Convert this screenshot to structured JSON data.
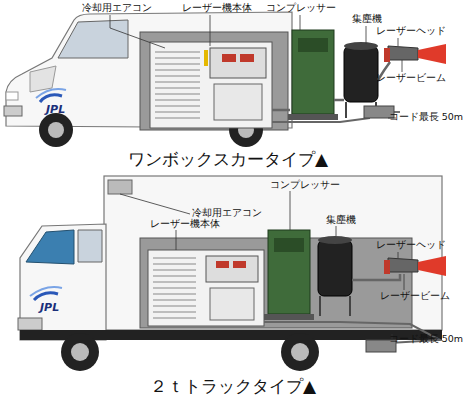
{
  "diagram": {
    "labels": [
      "冷却用エアコン",
      "レーザー機本体",
      "コンプレッサー",
      "集塵機",
      "レーザーヘッド",
      "レーザービーム",
      "コード最長 50m",
      "JPL",
      "ワンボックスカータイプ▲",
      "冷却用エアコン",
      "コンプレッサー",
      "レーザー機本体",
      "集塵機",
      "レーザーヘッド",
      "レーザービーム",
      "コード最長 50m",
      "JPL",
      "２ｔトラックタイプ▲"
    ]
  }
}
